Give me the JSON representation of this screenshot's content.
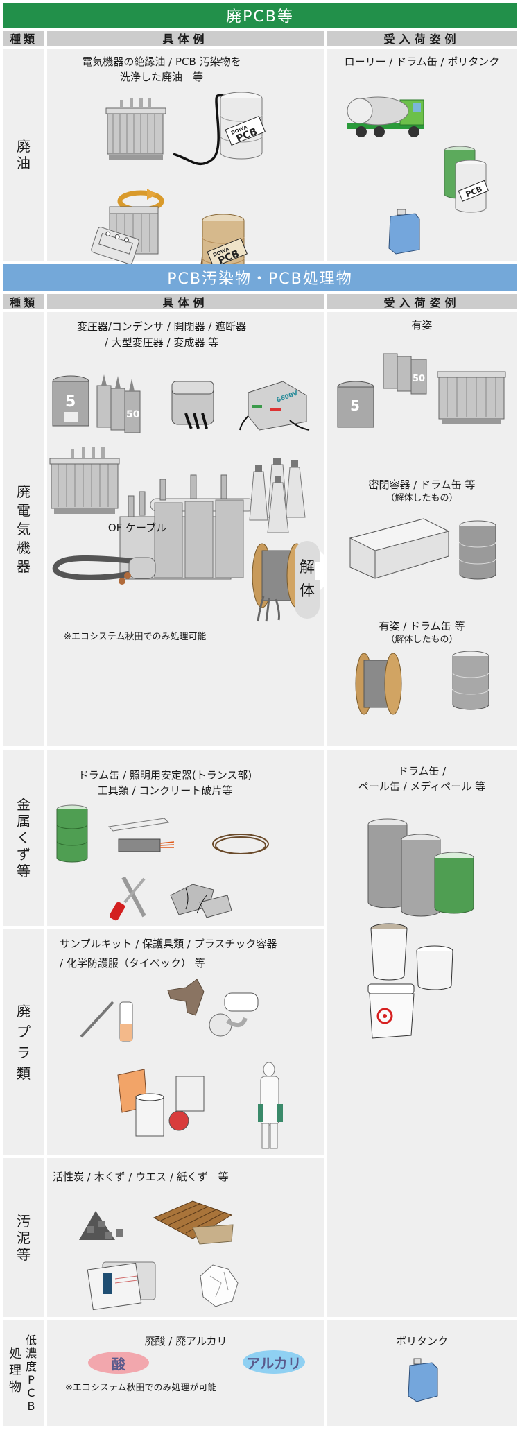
{
  "section1": {
    "banner": "廃PCB等",
    "header": {
      "type": "種類",
      "examples": "具体例",
      "forms": "受入荷姿例"
    },
    "row": {
      "label": [
        "廃",
        "油"
      ],
      "examples_line1": "電気機器の絶縁油 / PCB 汚染物を",
      "examples_line2": "洗浄した廃油　等",
      "forms": "ローリー / ドラム缶 / ポリタンク",
      "drum_label_brand": "DOWA",
      "drum_label_text": "PCB"
    }
  },
  "section2": {
    "banner": "PCB汚染物・PCB処理物",
    "header": {
      "type": "種類",
      "examples": "具体例",
      "forms": "受入荷姿例"
    },
    "rows": [
      {
        "label": [
          "廃",
          "電",
          "気",
          "機",
          "器"
        ],
        "examples_line1": "変圧器/コンデンサ / 開閉器 / 遮断器",
        "examples_line2": "/ 大型変圧器 / 変成器 等",
        "cable_title": "OF ケーブル",
        "note": "※エコシステム秋田でのみ処理可能",
        "dismantle": [
          "解",
          "体"
        ],
        "capacitor_badge": "50",
        "transformer_badge": "5",
        "breaker_badge": "6600V",
        "forms_1": "有姿",
        "forms_2_line1": "密閉容器 / ドラム缶 等",
        "forms_2_line2": "（解体したもの）",
        "forms_3_line1": "有姿 / ドラム缶 等",
        "forms_3_line2": "（解体したもの）"
      },
      {
        "label": [
          "金",
          "属",
          "く",
          "ず",
          "等"
        ],
        "examples_line1": "ドラム缶 / 照明用安定器(トランス部)",
        "examples_line2": "工具類 / コンクリート破片等"
      },
      {
        "label": [
          "廃",
          "プ",
          "ラ",
          "類"
        ],
        "examples_line1": "サンプルキット / 保護具類 / プラスチック容器",
        "examples_line2": "/ 化学防護服（タイベック） 等"
      },
      {
        "label": [
          "汚",
          "泥",
          "等"
        ],
        "examples_line1": "活性炭 / 木くず / ウエス / 紙くず　等"
      },
      {
        "label_col1": [
          "処",
          "理",
          "物"
        ],
        "label_col2": [
          "低",
          "濃",
          "度",
          "P",
          "C",
          "B"
        ],
        "examples_line1": "廃酸 / 廃アルカリ",
        "acid": "酸",
        "alkali": "アルカリ",
        "note": "※エコシステム秋田でのみ処理が可能",
        "forms": "ポリタンク"
      }
    ],
    "shared_forms_line1": "ドラム缶 /",
    "shared_forms_line2": "ペール缶 / メディペール 等"
  },
  "colors": {
    "green_banner": "#22904a",
    "blue_banner": "#74a8d9",
    "header_bg": "#cccccc",
    "cell_bg": "#efefef",
    "acid_ellipse": "#f2a7ad",
    "alkali_ellipse": "#8fd0f2"
  }
}
